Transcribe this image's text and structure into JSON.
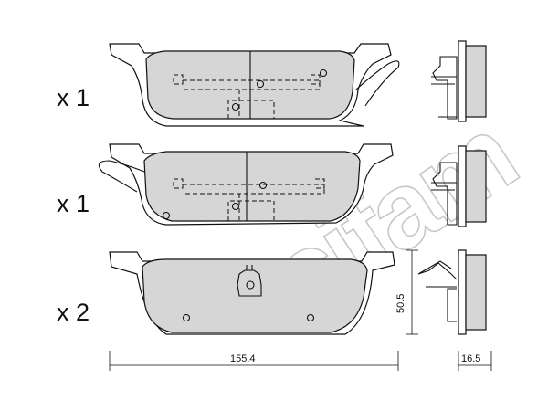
{
  "brand": {
    "watermark_text": "cifam"
  },
  "rows": [
    {
      "quantity_label": "x 1"
    },
    {
      "quantity_label": "x 1"
    },
    {
      "quantity_label": "x 2"
    }
  ],
  "dimensions": {
    "length": "155.4",
    "height": "50.5",
    "thickness": "16.5"
  },
  "colors": {
    "pad_fill": "#d6d6d6",
    "outline": "#111111",
    "watermark": "#c8c8c8"
  }
}
